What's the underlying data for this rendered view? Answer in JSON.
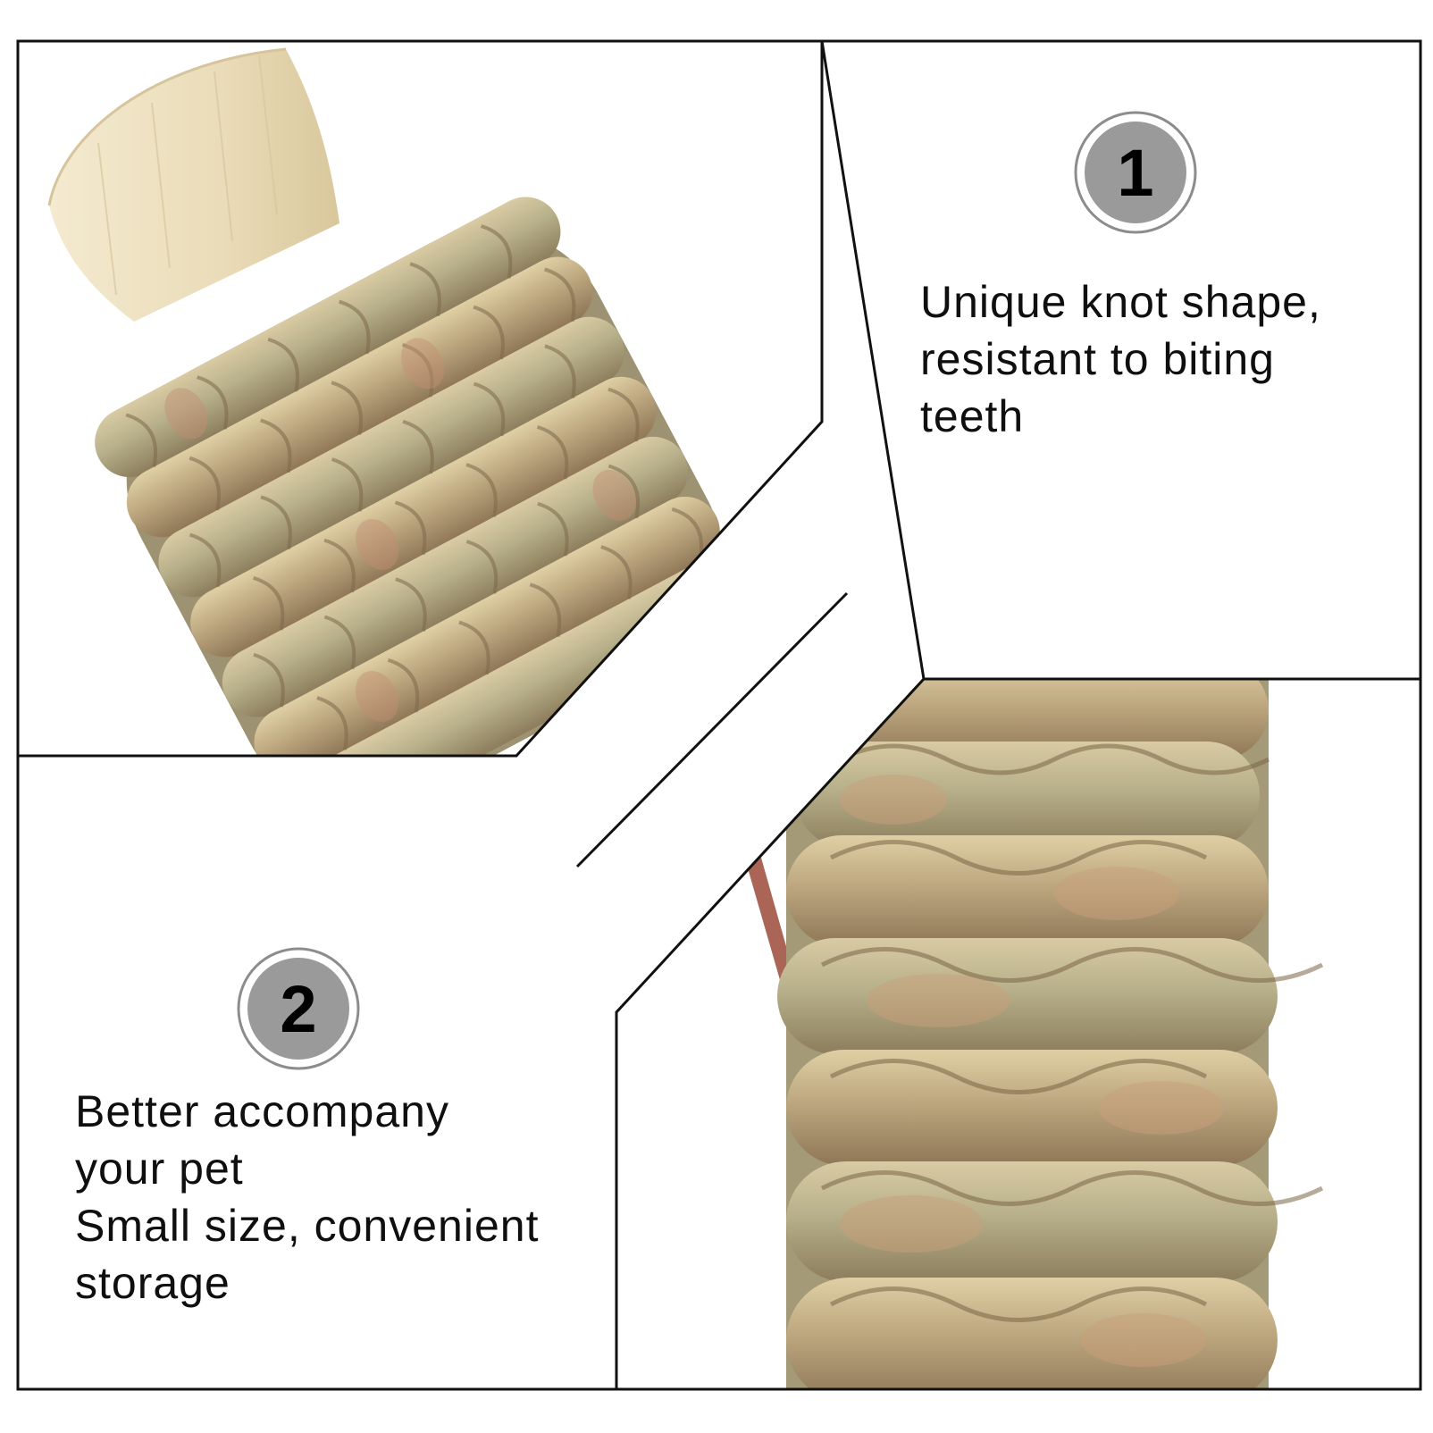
{
  "colors": {
    "background": "#ffffff",
    "frame_stroke": "#111111",
    "badge_fill": "#9a9a9a",
    "badge_ring": "#8c8c8c",
    "text": "#0f0f0f",
    "straw_light": "#cdbf98",
    "straw_green": "#a9ab85",
    "straw_brown": "#b5906b",
    "wood": "#eee3c7"
  },
  "feature_1": {
    "badge_number": "1",
    "badge_icon": "number-badge-icon",
    "lines": [
      "Unique knot shape,",
      "resistant to biting",
      "teeth"
    ]
  },
  "feature_2": {
    "badge_number": "2",
    "badge_icon": "number-badge-icon",
    "lines": [
      "Better accompany",
      "your pet",
      "Small size, convenient",
      "storage"
    ]
  },
  "photos": [
    {
      "subject": "woven seagrass rope wrapped around wooden stick end"
    },
    {
      "subject": "close-up of twisted seagrass rope coils"
    }
  ]
}
